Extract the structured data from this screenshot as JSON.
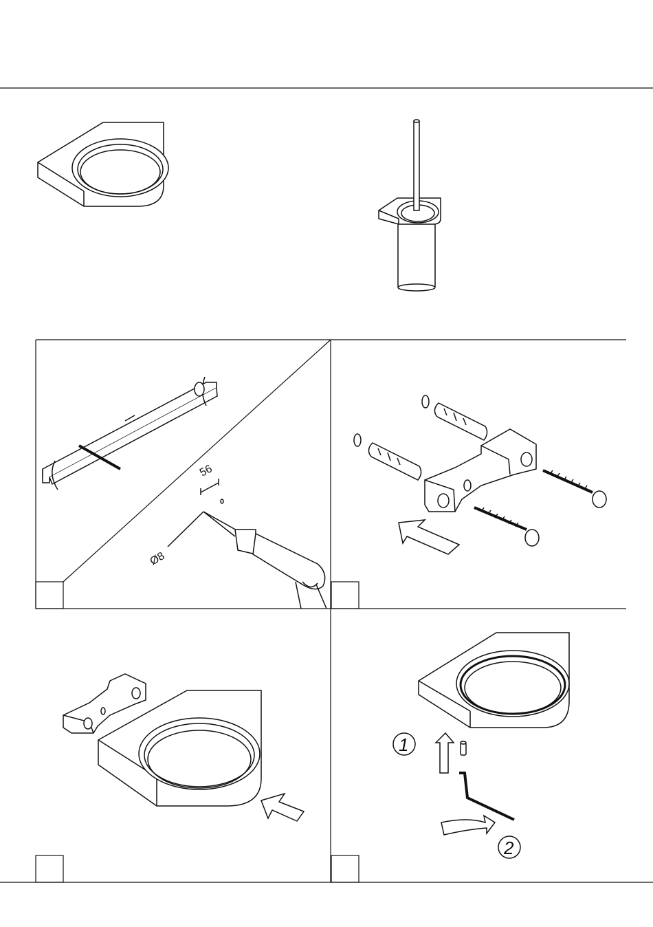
{
  "page": {
    "diagrams": {
      "step1": {
        "dimension_spacing": "56",
        "drill_diameter": "Ø8"
      },
      "step4": {
        "marker_1": "1",
        "marker_2": "2"
      }
    }
  }
}
